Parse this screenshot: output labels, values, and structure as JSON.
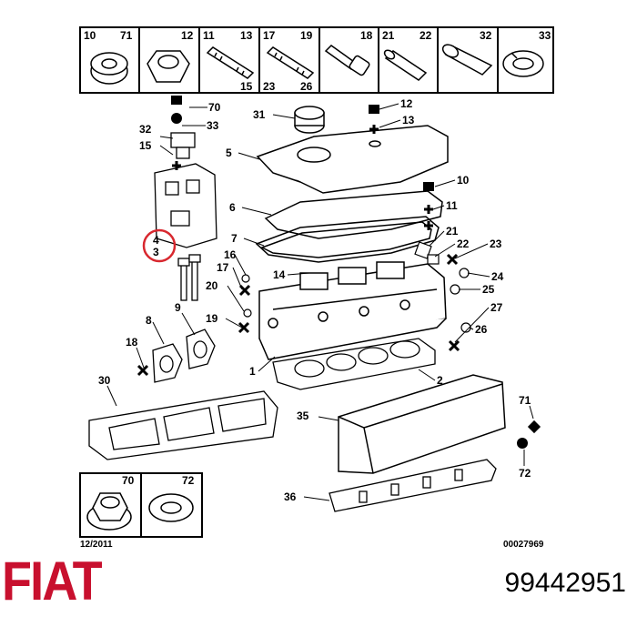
{
  "parts_grid": [
    {
      "a": "10",
      "b": "71"
    },
    {
      "a": "",
      "b": "12"
    },
    {
      "a": "11",
      "b": "13",
      "c": "15"
    },
    {
      "a": "17",
      "b": "19",
      "c": "23",
      "d": "26"
    },
    {
      "a": "",
      "b": "18"
    },
    {
      "a": "21",
      "b": "22"
    },
    {
      "a": "",
      "b": "32"
    },
    {
      "a": "",
      "b": "33"
    }
  ],
  "inset": [
    {
      "label": "70"
    },
    {
      "label": "72"
    }
  ],
  "callouts": [
    "70",
    "33",
    "32",
    "15",
    "12",
    "13",
    "31",
    "5",
    "10",
    "11",
    "6",
    "7",
    "21",
    "22",
    "23",
    "24",
    "25",
    "27",
    "26",
    "4",
    "3",
    "16",
    "17",
    "14",
    "20",
    "19",
    "9",
    "8",
    "18",
    "30",
    "1",
    "2",
    "35",
    "71",
    "72",
    "36"
  ],
  "date_code": "12/2011",
  "drawing_code": "00027969",
  "brand": "FIAT",
  "part_number": "99442951",
  "colors": {
    "brand": "#c8102e",
    "highlight": "#d8282f",
    "line": "#000000"
  }
}
